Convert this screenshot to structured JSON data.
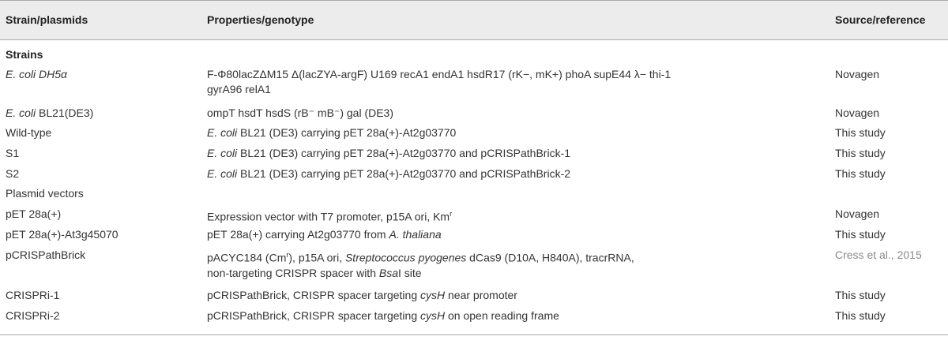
{
  "header": {
    "col1": "Strain/plasmids",
    "col2": "Properties/genotype",
    "col3": "Source/reference"
  },
  "section_strains": "Strains",
  "rows": [
    {
      "name_pre": "",
      "name_italic": "E. coli DH5α",
      "name_post": "",
      "line1": "F-Φ80lacZΔM15 Δ(lacZYA-argF) U169 recA1 endA1 hsdR17 (rK−, mK+) phoA supE44 λ− thi-1",
      "line2": "gyrA96 relA1",
      "source": "Novagen"
    },
    {
      "name_pre": "",
      "name_italic": "E. coli",
      "name_post": " BL21(DE3)",
      "line1": "ompT hsdT hsdS (rB⁻ mB⁻) gal (DE3)",
      "source": "Novagen"
    },
    {
      "name": "Wild-type",
      "prop_italic": "E. coli",
      "prop_rest": " BL21 (DE3) carrying pET 28a(+)-At2g03770",
      "source": "This study"
    },
    {
      "name": "S1",
      "prop_italic": "E. coli",
      "prop_rest": " BL21 (DE3) carrying pET 28a(+)-At2g03770 and pCRISPathBrick-1",
      "source": "This study"
    },
    {
      "name": "S2",
      "prop_italic": "E. coli",
      "prop_rest": " BL21 (DE3) carrying pET 28a(+)-At2g03770 and pCRISPathBrick-2",
      "source": "This study"
    }
  ],
  "section_plasmids": "Plasmid vectors",
  "plasmids": [
    {
      "name": "pET 28a(+)",
      "prop_pre": "Expression vector with T7 promoter, p15A ori, Km",
      "prop_sup": "r",
      "source": "Novagen"
    },
    {
      "name": "pET 28a(+)-At3g45070",
      "prop_pre": "pET 28a(+) carrying At2g03770 from ",
      "prop_italic": "A. thaliana",
      "source": "This study"
    },
    {
      "name": "pCRISPathBrick",
      "l1_a": "pACYC184 (Cm",
      "l1_sup": "r",
      "l1_b": "), p15A ori, ",
      "l1_italic": "Streptococcus pyogenes",
      "l1_c": " dCas9 (D10A, H840A), tracrRNA,",
      "l2_a": "non-targeting CRISPR spacer with ",
      "l2_italic": "Bsa",
      "l2_b": "I site",
      "source": "Cress et al., 2015"
    },
    {
      "name": "CRISPRi-1",
      "prop_pre": "pCRISPathBrick, CRISPR spacer targeting ",
      "prop_italic": "cysH",
      "prop_post": " near promoter",
      "source": "This study"
    },
    {
      "name": "CRISPRi-2",
      "prop_pre": "pCRISPathBrick, CRISPR spacer targeting ",
      "prop_italic": "cysH",
      "prop_post": " on open reading frame",
      "source": "This study"
    }
  ]
}
